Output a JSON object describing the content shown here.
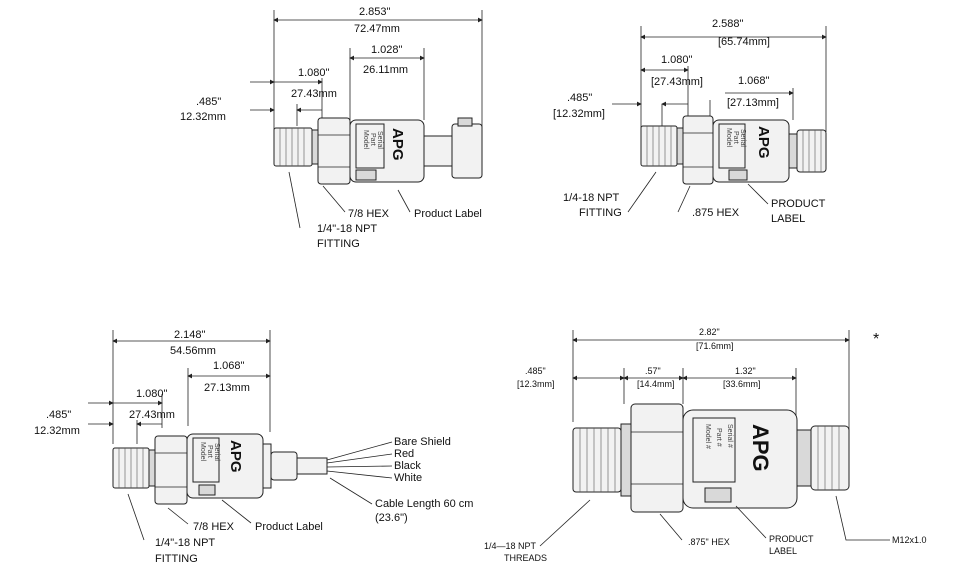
{
  "asterisk": "*",
  "logo": "APG",
  "panel_a": {
    "overall_in": "2.853\"",
    "overall_mm": "72.47mm",
    "body_in": "1.028\"",
    "body_mm": "26.11mm",
    "hex_in": "1.080\"",
    "hex_mm": "27.43mm",
    "fit_in": ".485\"",
    "fit_mm": "12.32mm",
    "hex_label": "7/8 HEX",
    "product_label": "Product Label",
    "fitting_1": "1/4\"-18 NPT",
    "fitting_2": "FITTING",
    "plate_lines": [
      "Model",
      "Part",
      "Serial"
    ]
  },
  "panel_b": {
    "overall_in": "2.588\"",
    "overall_mm": "[65.74mm]",
    "hex_in": "1.080\"",
    "hex_mm": "[27.43mm]",
    "body_in": "1.068\"",
    "body_mm": "[27.13mm]",
    "fit_in": ".485\"",
    "fit_mm": "[12.32mm]",
    "fitting_1": "1/4-18 NPT",
    "fitting_2": "FITTING",
    "hex_label": ".875 HEX",
    "product_1": "PRODUCT",
    "product_2": "LABEL",
    "plate_lines": [
      "Model",
      "Part",
      "Serial"
    ]
  },
  "panel_c": {
    "overall_in": "2.148\"",
    "overall_mm": "54.56mm",
    "body_in": "1.068\"",
    "body_mm": "27.13mm",
    "hex_in": "1.080\"",
    "hex_mm": "27.43mm",
    "fit_in": ".485\"",
    "fit_mm": "12.32mm",
    "wires": [
      "Bare Shield",
      "Red",
      "Black",
      "White"
    ],
    "cable_1": "Cable Length 60 cm",
    "cable_2": "(23.6\")",
    "hex_label": "7/8 HEX",
    "product_label": "Product Label",
    "fitting_1": "1/4\"-18 NPT",
    "fitting_2": "FITTING",
    "plate_lines": [
      "Model",
      "Part",
      "Serial"
    ]
  },
  "panel_d": {
    "overall_in": "2.82\"",
    "overall_mm": "[71.6mm]",
    "fit_in": ".485\"",
    "fit_mm": "[12.3mm]",
    "hex_in": ".57\"",
    "hex_mm": "[14.4mm]",
    "body_in": "1.32\"",
    "body_mm": "[33.6mm]",
    "threads_1": "1/4—18 NPT",
    "threads_2": "THREADS",
    "hex_label": ".875\" HEX",
    "product_1": "PRODUCT",
    "product_2": "LABEL",
    "connector": "M12x1.0",
    "plate_lines": [
      "Model #",
      "Part #",
      "Serial #"
    ]
  }
}
